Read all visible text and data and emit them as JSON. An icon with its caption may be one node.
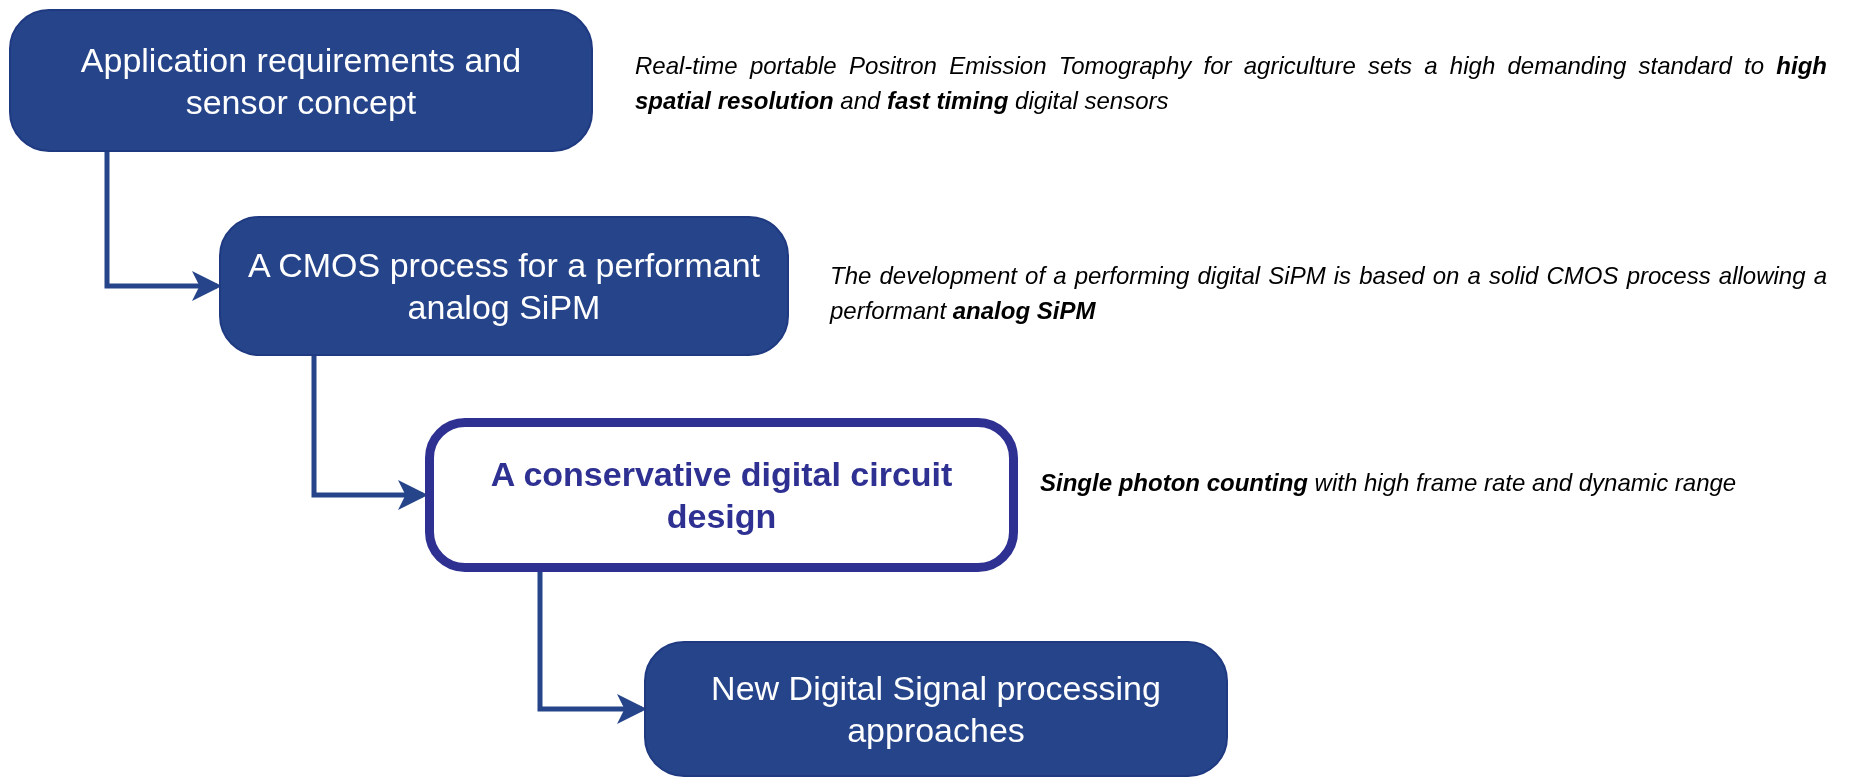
{
  "diagram": {
    "nodes": [
      {
        "text": [
          "Application requirements and sensor concept"
        ],
        "beside": [
          "Real-time portable Positron Emission Tomography for agriculture sets a high demanding standard to **high spatial resolution** and **fast timing** digital sensors"
        ]
      },
      {
        "text": [
          "A CMOS process for a performant analog SiPM"
        ],
        "beside": [
          "The development of a performing digital SiPM is based on a solid CMOS process allowing a performant **analog SiPM**"
        ]
      },
      {
        "text": [
          "A conservative digital circuit design"
        ],
        "beside": [
          "**Single photon counting** with high frame rate and dynamic range"
        ]
      },
      {
        "text": [
          "New Digital Signal processing approaches"
        ]
      }
    ],
    "edges": [
      {
        "from": 0,
        "to": 1,
        "arrow": "to"
      },
      {
        "from": 1,
        "to": 2,
        "arrow": "to"
      },
      {
        "from": 2,
        "to": 3,
        "arrow": "to"
      }
    ]
  }
}
